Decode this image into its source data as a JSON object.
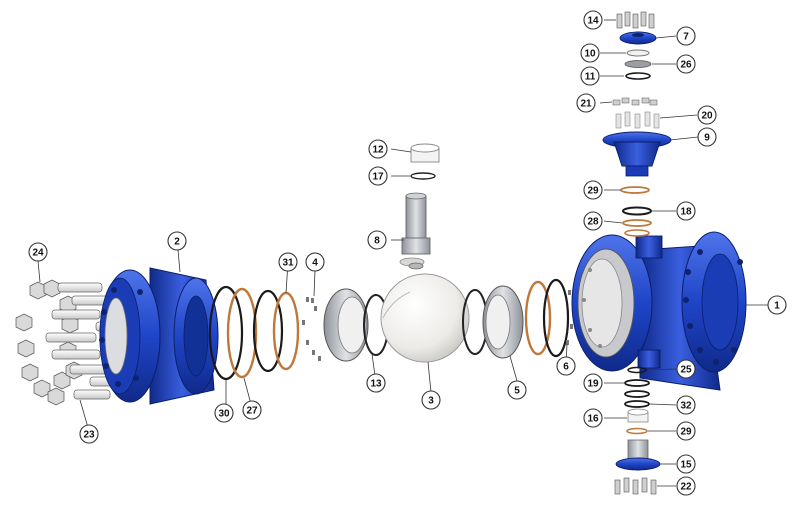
{
  "diagram": {
    "type": "exploded-assembly",
    "colors": {
      "body_blue": "#1f45c8",
      "body_blue_dark": "#102a8a",
      "body_blue_light": "#4f74ea",
      "metal_grey": "#b9bcc2",
      "ball_white": "#f2f2f2",
      "seal_copper": "#c0783a",
      "oring_black": "#1a1a1a",
      "bolt_white": "#e9e9e9"
    },
    "callouts": [
      {
        "id": "c1",
        "label": "1"
      },
      {
        "id": "c2",
        "label": "2"
      },
      {
        "id": "c3",
        "label": "3"
      },
      {
        "id": "c4",
        "label": "4"
      },
      {
        "id": "c5",
        "label": "5"
      },
      {
        "id": "c6",
        "label": "6"
      },
      {
        "id": "c7",
        "label": "7"
      },
      {
        "id": "c8",
        "label": "8"
      },
      {
        "id": "c9",
        "label": "9"
      },
      {
        "id": "c10",
        "label": "10"
      },
      {
        "id": "c11",
        "label": "11"
      },
      {
        "id": "c12",
        "label": "12"
      },
      {
        "id": "c13",
        "label": "13"
      },
      {
        "id": "c14",
        "label": "14"
      },
      {
        "id": "c15",
        "label": "15"
      },
      {
        "id": "c16",
        "label": "16"
      },
      {
        "id": "c17",
        "label": "17"
      },
      {
        "id": "c18",
        "label": "18"
      },
      {
        "id": "c19",
        "label": "19"
      },
      {
        "id": "c20",
        "label": "20"
      },
      {
        "id": "c21",
        "label": "21"
      },
      {
        "id": "c22",
        "label": "22"
      },
      {
        "id": "c23",
        "label": "23"
      },
      {
        "id": "c24",
        "label": "24"
      },
      {
        "id": "c25",
        "label": "25"
      },
      {
        "id": "c26",
        "label": "26"
      },
      {
        "id": "c27",
        "label": "27"
      },
      {
        "id": "c28",
        "label": "28"
      },
      {
        "id": "c29a",
        "label": "29"
      },
      {
        "id": "c29b",
        "label": "29"
      },
      {
        "id": "c30",
        "label": "30"
      },
      {
        "id": "c31",
        "label": "31"
      },
      {
        "id": "c32",
        "label": "32"
      }
    ]
  }
}
